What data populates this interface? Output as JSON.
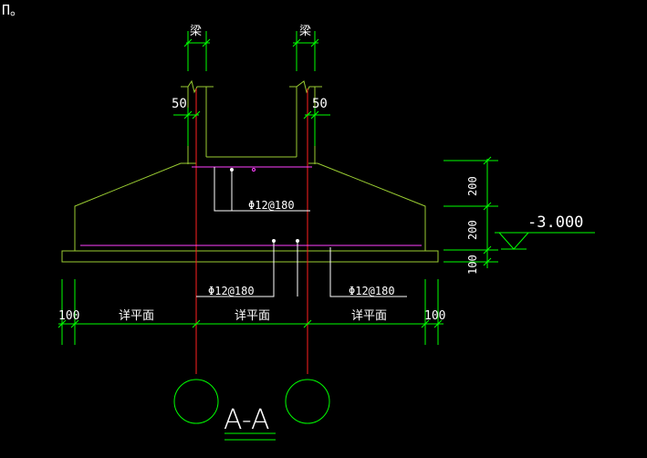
{
  "corner_text": "Π。",
  "labels": {
    "beam_left": "梁",
    "beam_right": "梁",
    "dim_50_left": "50",
    "dim_50_right": "50",
    "rebar_upper": "Φ12@180",
    "rebar_lower_left": "Φ12@180",
    "rebar_lower_right": "Φ12@180",
    "dim_200_top": "200",
    "dim_200_mid": "200",
    "dim_100_vertical": "100",
    "elevation": "-3.000",
    "dim_100_left": "100",
    "dim_100_right": "100",
    "see_plan_left": "详平面",
    "see_plan_mid": "详平面",
    "see_plan_right": "详平面",
    "section_title": "A-A"
  },
  "colors": {
    "outline": "#9ACD32",
    "dimension": "#00FF00",
    "axis": "#FF2020",
    "rebar": "#FF40FF",
    "text": "#FFFFFF"
  }
}
